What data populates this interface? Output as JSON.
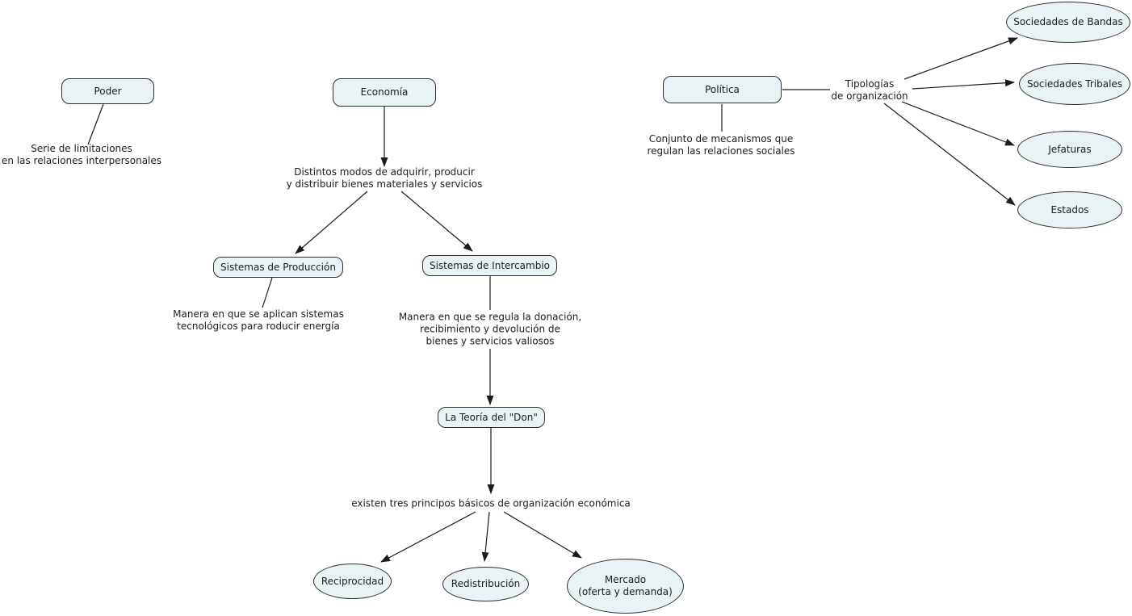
{
  "colors": {
    "background": "#ffffff",
    "node_fill": "#e9f2f5",
    "node_border": "#2e2e2e",
    "line": "#1c1c1c",
    "text": "#1c1c1c"
  },
  "concepts": {
    "poder": "Poder",
    "economia": "Economía",
    "sistemas_produccion": "Sistemas de Producción",
    "sistemas_intercambio": "Sistemas de Intercambio",
    "teoria_don": "La Teoría del \"Don\"",
    "politica": "Política",
    "reciprocidad": "Reciprocidad",
    "redistribucion": "Redistribución",
    "mercado": "Mercado\n(oferta y demanda)",
    "sociedades_bandas": "Sociedades de Bandas",
    "sociedades_tribales": "Sociedades Tribales",
    "jefaturas": "Jefaturas",
    "estados": "Estados"
  },
  "linking_phrases": {
    "poder_def": "Serie de limitaciones\nen las relaciones interpersonales",
    "economia_def": "Distintos modos de adquirir, producir\ny distribuir bienes materiales y servicios",
    "produccion_def": "Manera en que se aplican sistemas\ntecnológicos para roducir energía",
    "intercambio_def": "Manera en que se regula la donación,\nrecibimiento y devolución de\nbienes y servicios valiosos",
    "don_def": "existen tres principos básicos de organización económica",
    "politica_def": "Conjunto de mecanismos que\nregulan las relaciones sociales",
    "tipologias": "Tipologías\nde organización"
  }
}
